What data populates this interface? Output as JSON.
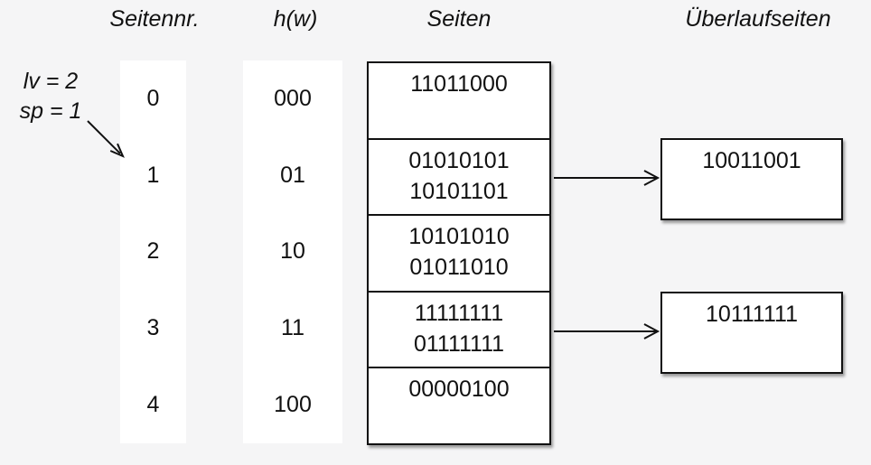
{
  "colors": {
    "background": "#f5f5f6",
    "ink": "#111111",
    "box_fill": "#ffffff"
  },
  "headers": {
    "page_number": "Seitennr.",
    "hash_function": "h(w)",
    "pages": "Seiten",
    "overflow_pages": "Überlaufseiten"
  },
  "annotation": {
    "level": "lv = 2",
    "split_pointer": "sp = 1"
  },
  "page_numbers": [
    "0",
    "1",
    "2",
    "3",
    "4"
  ],
  "hash_values": [
    "000",
    "01",
    "10",
    "11",
    "100"
  ],
  "pages": {
    "rows": [
      {
        "lines": [
          "11011000"
        ]
      },
      {
        "lines": [
          "01010101",
          "10101101"
        ]
      },
      {
        "lines": [
          "10101010",
          "01011010"
        ]
      },
      {
        "lines": [
          "11111111",
          "01111111"
        ]
      },
      {
        "lines": [
          "00000100"
        ]
      }
    ]
  },
  "overflow": {
    "boxes": [
      {
        "value": "10011001",
        "linked_page_row": "1"
      },
      {
        "value": "10111111",
        "linked_page_row": "3"
      }
    ]
  }
}
